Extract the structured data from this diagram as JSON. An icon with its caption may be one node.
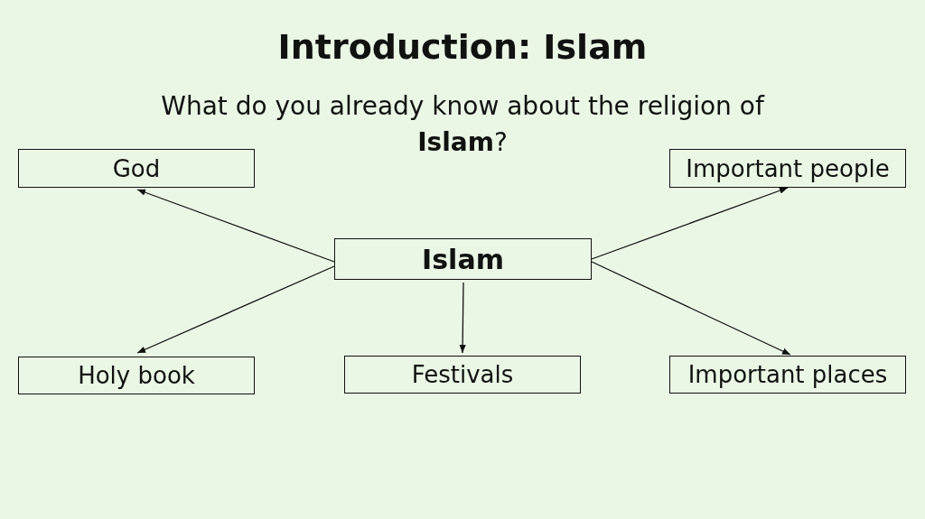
{
  "diagram": {
    "title": "Introduction: Islam",
    "nodes": [
      {
        "text": [
          "God"
        ]
      },
      {
        "text": [
          "Important people"
        ]
      },
      {
        "text": [
          "Islam"
        ]
      },
      {
        "text": [
          "Holy book"
        ]
      },
      {
        "text": [
          "Festivals"
        ]
      },
      {
        "text": [
          "Important places"
        ]
      }
    ],
    "edges": [
      {
        "from": 2,
        "to": 0,
        "arrow": "to"
      },
      {
        "from": 2,
        "to": 1,
        "arrow": "to"
      },
      {
        "from": 2,
        "to": 3,
        "arrow": "to"
      },
      {
        "from": 2,
        "to": 4,
        "arrow": "to"
      },
      {
        "from": 2,
        "to": 5,
        "arrow": "to"
      }
    ],
    "labels": [
      "What do you already know about the religion of **Islam**?"
    ]
  }
}
